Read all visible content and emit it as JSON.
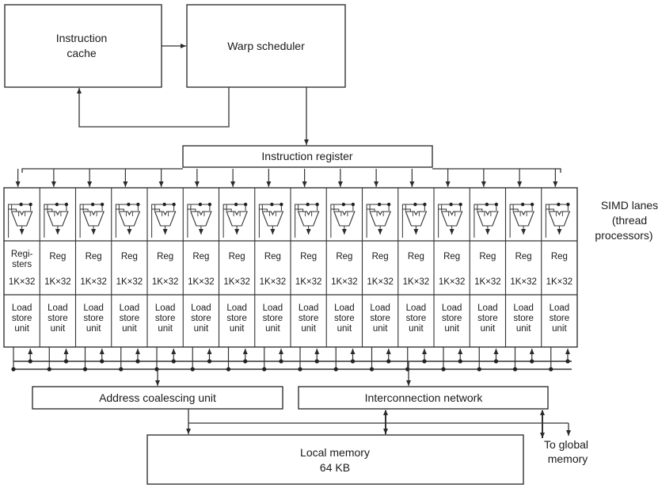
{
  "instruction_cache": [
    "Instruction",
    "cache"
  ],
  "warp_scheduler": "Warp scheduler",
  "instruction_register": "Instruction register",
  "simd_lanes_label": [
    "SIMD lanes",
    "(thread",
    "processors)"
  ],
  "lanes": [
    {
      "reg": [
        "Regi-",
        "sters"
      ],
      "size": "1K×32",
      "lsu": [
        "Load",
        "store",
        "unit"
      ]
    },
    {
      "reg": [
        "Reg"
      ],
      "size": "1K×32",
      "lsu": [
        "Load",
        "store",
        "unit"
      ]
    },
    {
      "reg": [
        "Reg"
      ],
      "size": "1K×32",
      "lsu": [
        "Load",
        "store",
        "unit"
      ]
    },
    {
      "reg": [
        "Reg"
      ],
      "size": "1K×32",
      "lsu": [
        "Load",
        "store",
        "unit"
      ]
    },
    {
      "reg": [
        "Reg"
      ],
      "size": "1K×32",
      "lsu": [
        "Load",
        "store",
        "unit"
      ]
    },
    {
      "reg": [
        "Reg"
      ],
      "size": "1K×32",
      "lsu": [
        "Load",
        "store",
        "unit"
      ]
    },
    {
      "reg": [
        "Reg"
      ],
      "size": "1K×32",
      "lsu": [
        "Load",
        "store",
        "unit"
      ]
    },
    {
      "reg": [
        "Reg"
      ],
      "size": "1K×32",
      "lsu": [
        "Load",
        "store",
        "unit"
      ]
    },
    {
      "reg": [
        "Reg"
      ],
      "size": "1K×32",
      "lsu": [
        "Load",
        "store",
        "unit"
      ]
    },
    {
      "reg": [
        "Reg"
      ],
      "size": "1K×32",
      "lsu": [
        "Load",
        "store",
        "unit"
      ]
    },
    {
      "reg": [
        "Reg"
      ],
      "size": "1K×32",
      "lsu": [
        "Load",
        "store",
        "unit"
      ]
    },
    {
      "reg": [
        "Reg"
      ],
      "size": "1K×32",
      "lsu": [
        "Load",
        "store",
        "unit"
      ]
    },
    {
      "reg": [
        "Reg"
      ],
      "size": "1K×32",
      "lsu": [
        "Load",
        "store",
        "unit"
      ]
    },
    {
      "reg": [
        "Reg"
      ],
      "size": "1K×32",
      "lsu": [
        "Load",
        "store",
        "unit"
      ]
    },
    {
      "reg": [
        "Reg"
      ],
      "size": "1K×32",
      "lsu": [
        "Load",
        "store",
        "unit"
      ]
    },
    {
      "reg": [
        "Reg"
      ],
      "size": "1K×32",
      "lsu": [
        "Load",
        "store",
        "unit"
      ]
    }
  ],
  "address_coalescing_unit": "Address coalescing unit",
  "interconnection_network": "Interconnection network",
  "local_memory": [
    "Local memory",
    "64 KB"
  ],
  "to_global_memory": [
    "To global",
    "memory"
  ]
}
